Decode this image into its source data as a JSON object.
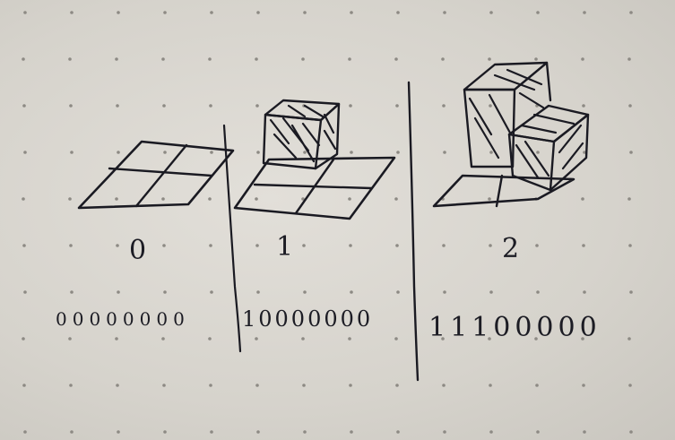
{
  "states": [
    {
      "index": "0",
      "bits": "00000000"
    },
    {
      "index": "1",
      "bits": "10000000"
    },
    {
      "index": "2",
      "bits": "11100000"
    }
  ]
}
